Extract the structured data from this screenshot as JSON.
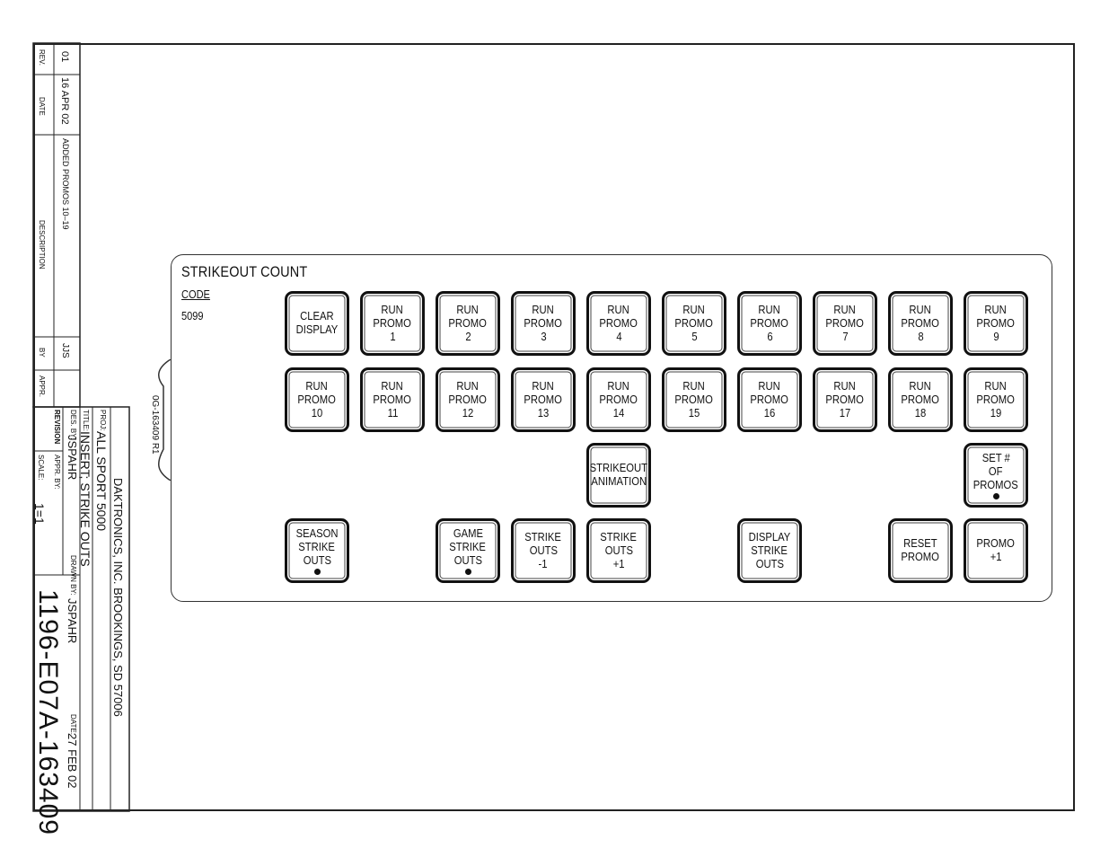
{
  "revision_table": {
    "headers": {
      "rev": "REV.",
      "date": "DATE",
      "description": "DESCRIPTION",
      "by": "BY",
      "appr": "APPR."
    },
    "rows": [
      {
        "rev": "01",
        "date": "16 APR 02",
        "description": "ADDED PROMOS 10–19",
        "by": "JJS",
        "appr": ""
      }
    ]
  },
  "title_block": {
    "company": "DAKTRONICS, INC.  BROOKINGS, SD 57006",
    "proj_label": "PROJ:",
    "proj_value": "ALL SPORT 5000",
    "title_label": "TITLE:",
    "title_value": "INSERT; STRIKE OUTS",
    "des_by_label": "DES. BY:",
    "des_by_value": "JSPAHR",
    "drawn_by_label": "DRAWN BY:",
    "drawn_by_value": "JSPAHR",
    "revision_label": "REVISION",
    "appr_by_label": "APPR. BY:",
    "date_label": "DATE:",
    "date_value": "27 FEB 02",
    "scale_label": "SCALE:",
    "scale_value": "1=1",
    "drawing_number": "1196-E07A-163409"
  },
  "insert_id": "0G-163409 R1",
  "panel": {
    "title": "STRIKEOUT COUNT",
    "code_label": "CODE",
    "code_value": "5099"
  },
  "keys": [
    {
      "id": "clear-display",
      "lines": [
        "CLEAR",
        "DISPLAY"
      ],
      "dot": false
    },
    {
      "id": "run-promo-1",
      "lines": [
        "RUN",
        "PROMO",
        "1"
      ],
      "dot": false
    },
    {
      "id": "run-promo-2",
      "lines": [
        "RUN",
        "PROMO",
        "2"
      ],
      "dot": false
    },
    {
      "id": "run-promo-3",
      "lines": [
        "RUN",
        "PROMO",
        "3"
      ],
      "dot": false
    },
    {
      "id": "run-promo-4",
      "lines": [
        "RUN",
        "PROMO",
        "4"
      ],
      "dot": false
    },
    {
      "id": "run-promo-5",
      "lines": [
        "RUN",
        "PROMO",
        "5"
      ],
      "dot": false
    },
    {
      "id": "run-promo-6",
      "lines": [
        "RUN",
        "PROMO",
        "6"
      ],
      "dot": false
    },
    {
      "id": "run-promo-7",
      "lines": [
        "RUN",
        "PROMO",
        "7"
      ],
      "dot": false
    },
    {
      "id": "run-promo-8",
      "lines": [
        "RUN",
        "PROMO",
        "8"
      ],
      "dot": false
    },
    {
      "id": "run-promo-9",
      "lines": [
        "RUN",
        "PROMO",
        "9"
      ],
      "dot": false
    },
    {
      "id": "run-promo-10",
      "lines": [
        "RUN",
        "PROMO",
        "10"
      ],
      "dot": false
    },
    {
      "id": "run-promo-11",
      "lines": [
        "RUN",
        "PROMO",
        "11"
      ],
      "dot": false
    },
    {
      "id": "run-promo-12",
      "lines": [
        "RUN",
        "PROMO",
        "12"
      ],
      "dot": false
    },
    {
      "id": "run-promo-13",
      "lines": [
        "RUN",
        "PROMO",
        "13"
      ],
      "dot": false
    },
    {
      "id": "run-promo-14",
      "lines": [
        "RUN",
        "PROMO",
        "14"
      ],
      "dot": false
    },
    {
      "id": "run-promo-15",
      "lines": [
        "RUN",
        "PROMO",
        "15"
      ],
      "dot": false
    },
    {
      "id": "run-promo-16",
      "lines": [
        "RUN",
        "PROMO",
        "16"
      ],
      "dot": false
    },
    {
      "id": "run-promo-17",
      "lines": [
        "RUN",
        "PROMO",
        "17"
      ],
      "dot": false
    },
    {
      "id": "run-promo-18",
      "lines": [
        "RUN",
        "PROMO",
        "18"
      ],
      "dot": false
    },
    {
      "id": "run-promo-19",
      "lines": [
        "RUN",
        "PROMO",
        "19"
      ],
      "dot": false
    },
    {
      "id": "strikeout-animation",
      "lines": [
        "STRIKEOUT",
        "ANIMATION"
      ],
      "dot": false
    },
    {
      "id": "set-num-promos",
      "lines": [
        "SET #",
        "OF",
        "PROMOS"
      ],
      "dot": true
    },
    {
      "id": "season-strike-outs",
      "lines": [
        "SEASON",
        "STRIKE",
        "OUTS"
      ],
      "dot": true
    },
    {
      "id": "game-strike-outs",
      "lines": [
        "GAME",
        "STRIKE",
        "OUTS"
      ],
      "dot": true
    },
    {
      "id": "strike-outs-minus-1",
      "lines": [
        "STRIKE",
        "OUTS",
        "-1"
      ],
      "dot": false
    },
    {
      "id": "strike-outs-plus-1",
      "lines": [
        "STRIKE",
        "OUTS",
        "+1"
      ],
      "dot": false
    },
    {
      "id": "display-strike-outs",
      "lines": [
        "DISPLAY",
        "STRIKE",
        "OUTS"
      ],
      "dot": false
    },
    {
      "id": "reset-promo",
      "lines": [
        "RESET",
        "PROMO"
      ],
      "dot": false
    },
    {
      "id": "promo-plus-1",
      "lines": [
        "PROMO",
        "+1"
      ],
      "dot": false
    }
  ]
}
